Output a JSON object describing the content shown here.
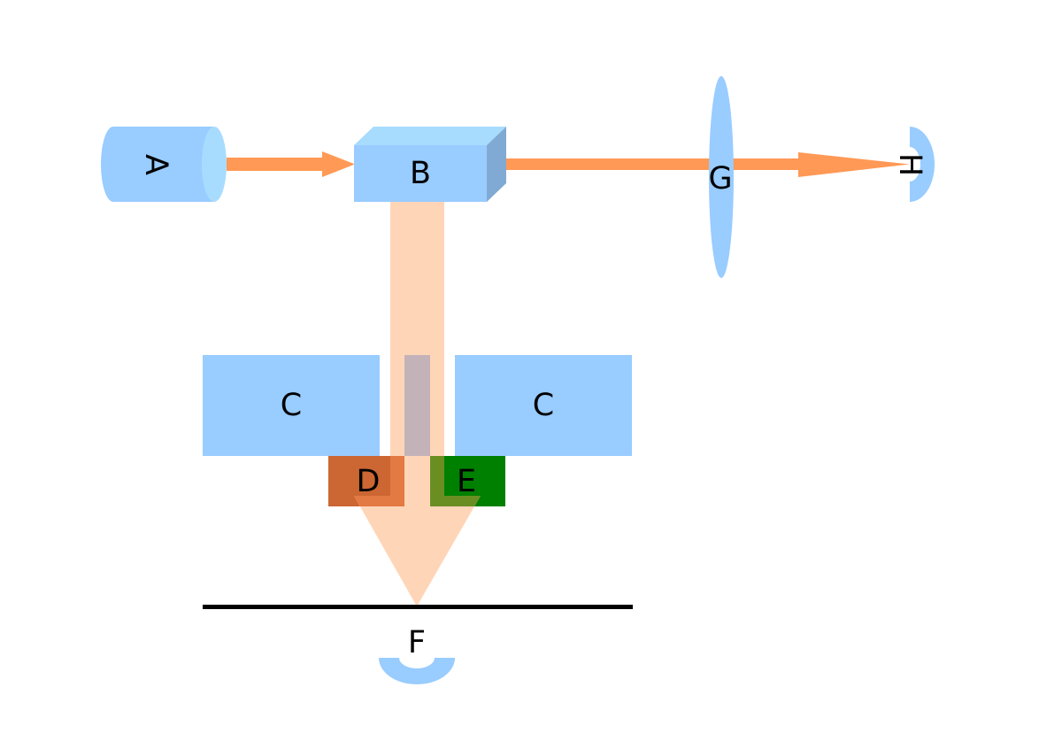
{
  "labels": {
    "A": "A",
    "B": "B",
    "C_left": "C",
    "C_right": "C",
    "D": "D",
    "E": "E",
    "F": "F",
    "G": "G",
    "H": "H"
  },
  "colors": {
    "component_blue": "#99ccff",
    "component_light": "#a8dcff",
    "component_dark": "#80aad4",
    "beam_strong": "#ff9955",
    "beam_light": "#ffd5b8",
    "overlap_gray": "#c3b3b8",
    "D_color": "#e47a43",
    "E_color": "#008000",
    "line_black": "#000000"
  }
}
